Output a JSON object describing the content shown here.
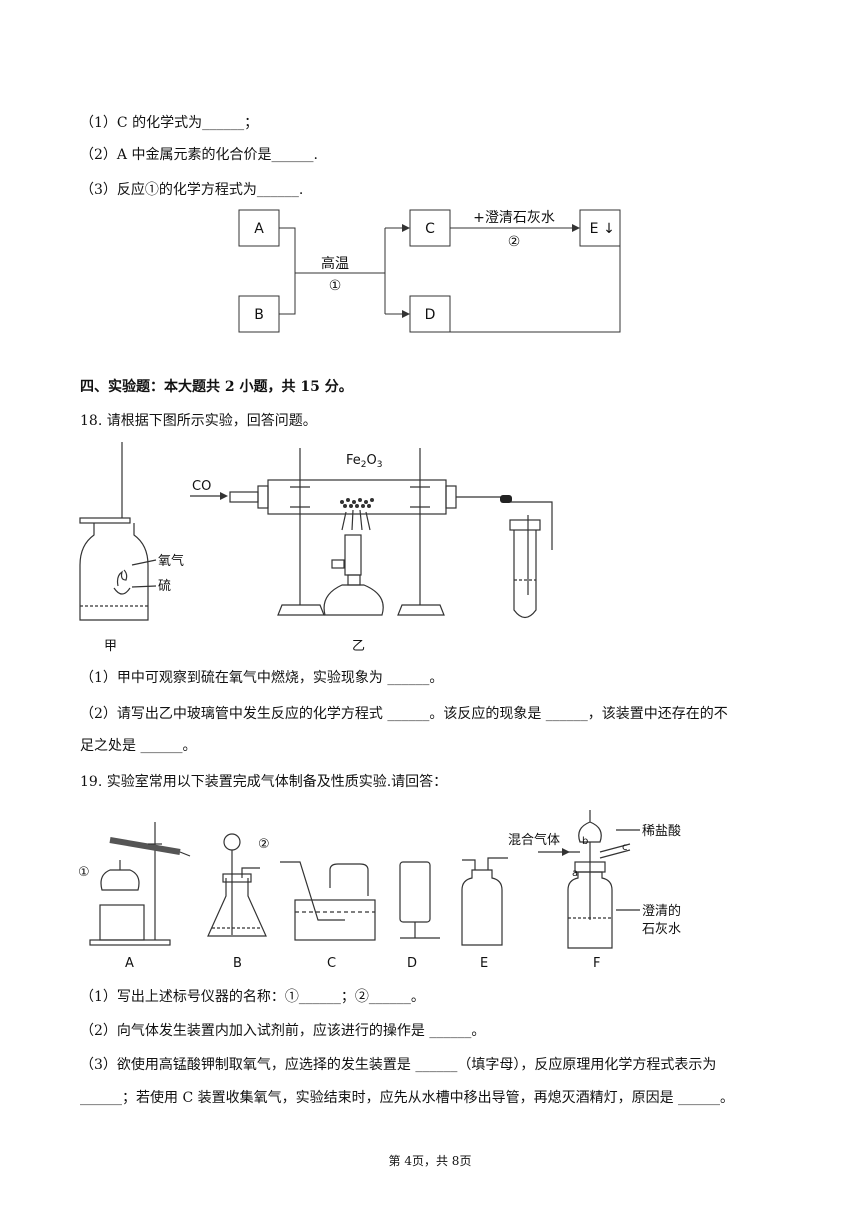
{
  "q17": {
    "sub1": "（1）C 的化学式为______；",
    "sub2": "（2）A 中金属元素的化合价是______.",
    "sub3": "（3）反应①的化学方程式为______.",
    "diagram": {
      "box_a": "A",
      "box_b": "B",
      "box_c": "C",
      "box_d": "D",
      "box_e": "E",
      "condition": "高温",
      "mark1": "①",
      "reagent": "+澄清石灰水",
      "mark2": "②",
      "precip": "↓"
    }
  },
  "section4": {
    "heading": "四、实验题：本大题共 2 小题，共 15 分。"
  },
  "q18": {
    "stem": "18. 请根据下图所示实验，回答问题。",
    "figure": {
      "co": "CO",
      "fe2o3_base": "Fe",
      "fe2o3_sub1": "2",
      "fe2o3_o": "O",
      "fe2o3_sub2": "3",
      "oxygen": "氧气",
      "sulfur": "硫",
      "label_jia": "甲",
      "label_yi": "乙"
    },
    "sub1": "（1）甲中可观察到硫在氧气中燃烧，实验现象为 ______。",
    "sub2a": "（2）请写出乙中玻璃管中发生反应的化学方程式 ______。该反应的现象是 ______，该装置中还存在的不",
    "sub2b": "足之处是 ______。"
  },
  "q19": {
    "stem": "19. 实验室常用以下装置完成气体制备及性质实验.请回答：",
    "figure": {
      "mark1": "①",
      "mark2": "②",
      "labels": [
        "A",
        "B",
        "C",
        "D",
        "E",
        "F"
      ],
      "mixed_gas": "混合气体",
      "dilute_hcl": "稀盐酸",
      "port_a": "a",
      "port_b": "b",
      "port_c": "c",
      "limewater_1": "澄清的",
      "limewater_2": "石灰水"
    },
    "sub1": "（1）写出上述标号仪器的名称：①______；②______。",
    "sub2": "（2）向气体发生装置内加入试剂前，应该进行的操作是 ______。",
    "sub3a": "（3）欲使用高锰酸钾制取氧气，应选择的发生装置是 ______（填字母），反应原理用化学方程式表示为",
    "sub3b": "______；若使用 C 装置收集氧气，实验结束时，应先从水槽中移出导管，再熄灭酒精灯，原因是 ______。"
  },
  "footer": {
    "page": "第 4页，共 8页"
  }
}
